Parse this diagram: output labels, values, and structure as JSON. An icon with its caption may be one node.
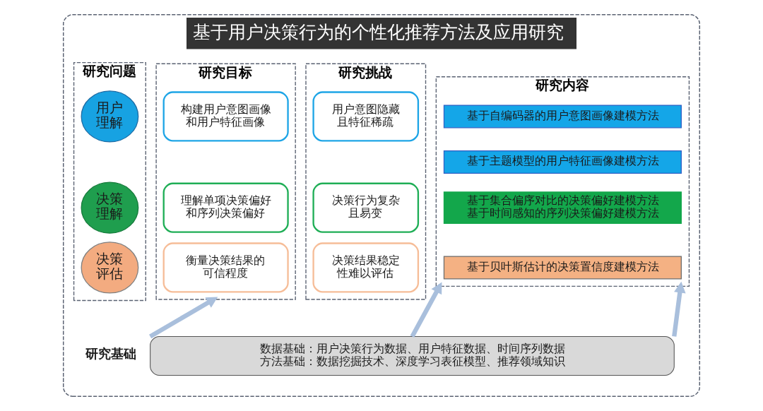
{
  "diagram": {
    "nodes": [
      {
        "text": [
          "基于用户决策行为的个性化推荐方法及应用研究"
        ]
      },
      {
        "text": [
          "研究问题"
        ],
        "in": 0
      },
      {
        "text": [
          "用户理解"
        ],
        "in": 1
      },
      {
        "text": [
          "决策理解"
        ],
        "in": 1
      },
      {
        "text": [
          "决策评估"
        ],
        "in": 1
      },
      {
        "text": [
          "研究目标"
        ],
        "in": 0
      },
      {
        "text": [
          "构建用户意图画像和用户特征画像"
        ],
        "in": 5
      },
      {
        "text": [
          "理解单项决策偏好和序列决策偏好"
        ],
        "in": 5
      },
      {
        "text": [
          "衡量决策结果的可信程度"
        ],
        "in": 5
      },
      {
        "text": [
          "研究挑战"
        ],
        "in": 0
      },
      {
        "text": [
          "用户意图隐藏且特征稀疏"
        ],
        "in": 9
      },
      {
        "text": [
          "决策行为复杂且易变"
        ],
        "in": 9
      },
      {
        "text": [
          "决策结果稳定性难以评估"
        ],
        "in": 9
      },
      {
        "text": [
          "研究内容"
        ],
        "in": 0
      },
      {
        "text": [
          "基于自编码器的用户意图画像建模方法"
        ],
        "in": 13
      },
      {
        "text": [
          "基于主题模型的用户特征画像建模方法"
        ],
        "in": 13
      },
      {
        "text": [
          "基于集合偏序对比的决策偏好建模方法",
          "基于时间感知的序列决策偏好建模方法"
        ],
        "in": 13
      },
      {
        "text": [
          "基于贝叶斯估计的决策置信度建模方法"
        ],
        "in": 13
      },
      {
        "text": [
          "研究基础",
          "数据基础：用户决策行为数据、用户特征数据、时间序列数据",
          "方法基础：数据挖掘技术、深度学习表征模型、推荐领域知识"
        ],
        "in": 0
      }
    ],
    "edges": [
      {
        "from": 18,
        "to": 5,
        "arrow": "to"
      },
      {
        "from": 18,
        "to": 13,
        "arrow": "to"
      },
      {
        "from": 18,
        "to": 13,
        "arrow": "to"
      }
    ]
  }
}
